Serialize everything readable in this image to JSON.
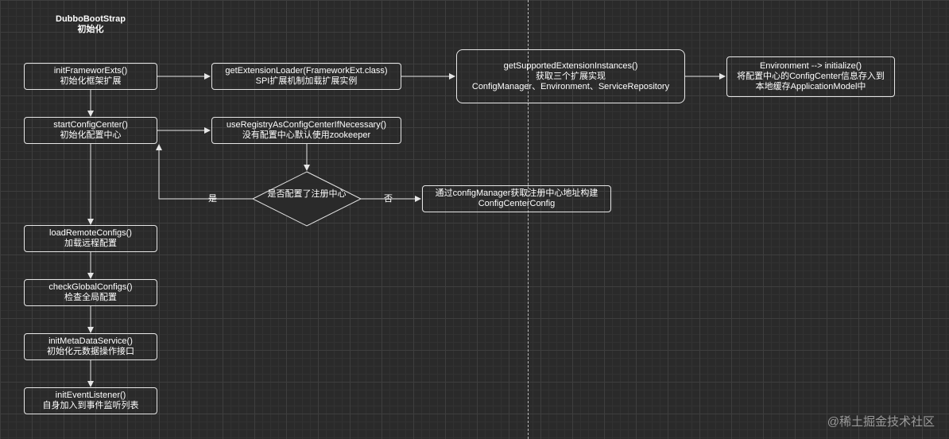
{
  "title": {
    "line1": "DubboBootStrap",
    "line2": "初始化"
  },
  "nodes": {
    "init_framework": {
      "line1": "initFrameworExts()",
      "line2": "初始化框架扩展"
    },
    "get_extension_loader": {
      "line1": "getExtensionLoader(FrameworkExt.class)",
      "line2": "SPI扩展机制加载扩展实例"
    },
    "get_supported": {
      "line1": "getSupportedExtensionInstances()",
      "line2": "获取三个扩展实现",
      "line3": "ConfigManager、Environment、ServiceRepository"
    },
    "environment_init": {
      "line1": "Environment --> initialize()",
      "line2": "将配置中心的ConfigCenter信息存入到",
      "line3": "本地缓存ApplicationModel中"
    },
    "start_config_center": {
      "line1": "startConfigCenter()",
      "line2": "初始化配置中心"
    },
    "use_registry": {
      "line1": "useRegistryAsConfigCenterIfNecessary()",
      "line2": "没有配置中心默认使用zookeeper"
    },
    "decision": {
      "label": "是否配置了注册中心"
    },
    "build_config": {
      "line1": "通过configManager获取注册中心地址构建",
      "line2": "ConfigCenterConfig"
    },
    "load_remote": {
      "line1": "loadRemoteConfigs()",
      "line2": "加载远程配置"
    },
    "check_global": {
      "line1": "checkGlobalConfigs()",
      "line2": "检查全局配置"
    },
    "init_metadata": {
      "line1": "initMetaDataService()",
      "line2": "初始化元数据操作接口"
    },
    "init_event": {
      "line1": "initEventListener()",
      "line2": "自身加入到事件监听列表"
    }
  },
  "edge_labels": {
    "yes": "是",
    "no": "否"
  },
  "watermark": "@稀土掘金技术社区",
  "colors": {
    "background": "#2a2a2a",
    "stroke": "#e6e6e6",
    "text": "#ffffff"
  }
}
